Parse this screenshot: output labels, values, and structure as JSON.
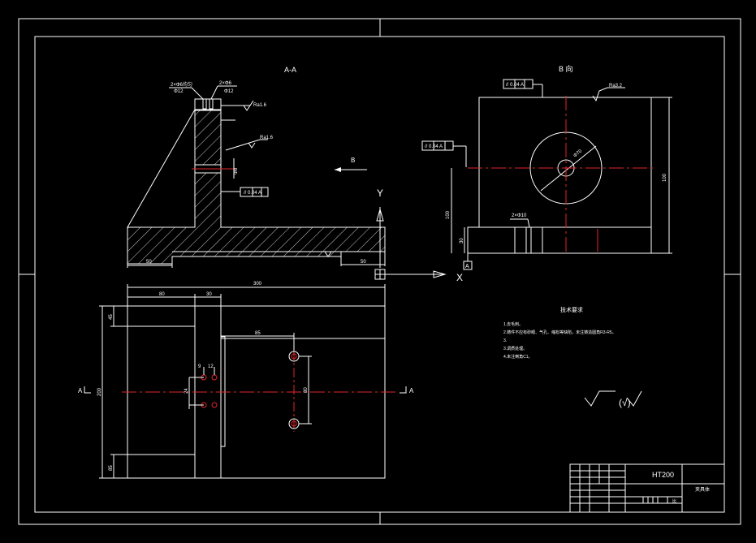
{
  "sheet": {
    "colors": {
      "background": "#000000",
      "line": "#ffffff",
      "centerline": "#e0262b"
    }
  },
  "views": {
    "section_label": "A-A",
    "direction_label": "B",
    "view_b_label": "B 向",
    "plan_label_left": "A",
    "plan_label_right": "A"
  },
  "section_dims": {
    "hole_note": "2×Φ6均匀",
    "hole_note2": "Φ12",
    "hole_note3": "2×Φ6",
    "hole_note4": "Φ12",
    "rough1": "Ra1.6",
    "rough2": "Ra1.6",
    "tol_box": "// 0.04 A",
    "bore": "Φ8",
    "dim_left": "50",
    "dim_right": "50"
  },
  "view_b_dims": {
    "tol_top": "// 0.04 A",
    "tol_left": "// 0.04 A",
    "rough": "Ra3.2",
    "circle_dia": "Φ70",
    "height_right": "100",
    "height_left": "100",
    "slot_note": "2×Φ10",
    "base_h": "30",
    "datum": "A"
  },
  "plan_dims": {
    "overall": "300",
    "w80": "80",
    "w30": "30",
    "d45": "45",
    "d85": "85",
    "h200": "200",
    "d85b": "85",
    "s9": "9",
    "s12": "12",
    "s24": "24",
    "s80": "80"
  },
  "axis": {
    "y": "Y",
    "x": "X"
  },
  "notes": {
    "title": "技术要求",
    "lines": [
      "1.去毛刺。",
      "2.铸件不应有砂眼、气孔、缩松等缺陷，未注铸造圆角R3-R5。",
      "3.",
      "3.调质处理。",
      "4.未注倒角C1。"
    ]
  },
  "roughness_note": "(√)",
  "title_block": {
    "material": "HT200",
    "part_name": "夹具体",
    "scale_mark": "比"
  }
}
